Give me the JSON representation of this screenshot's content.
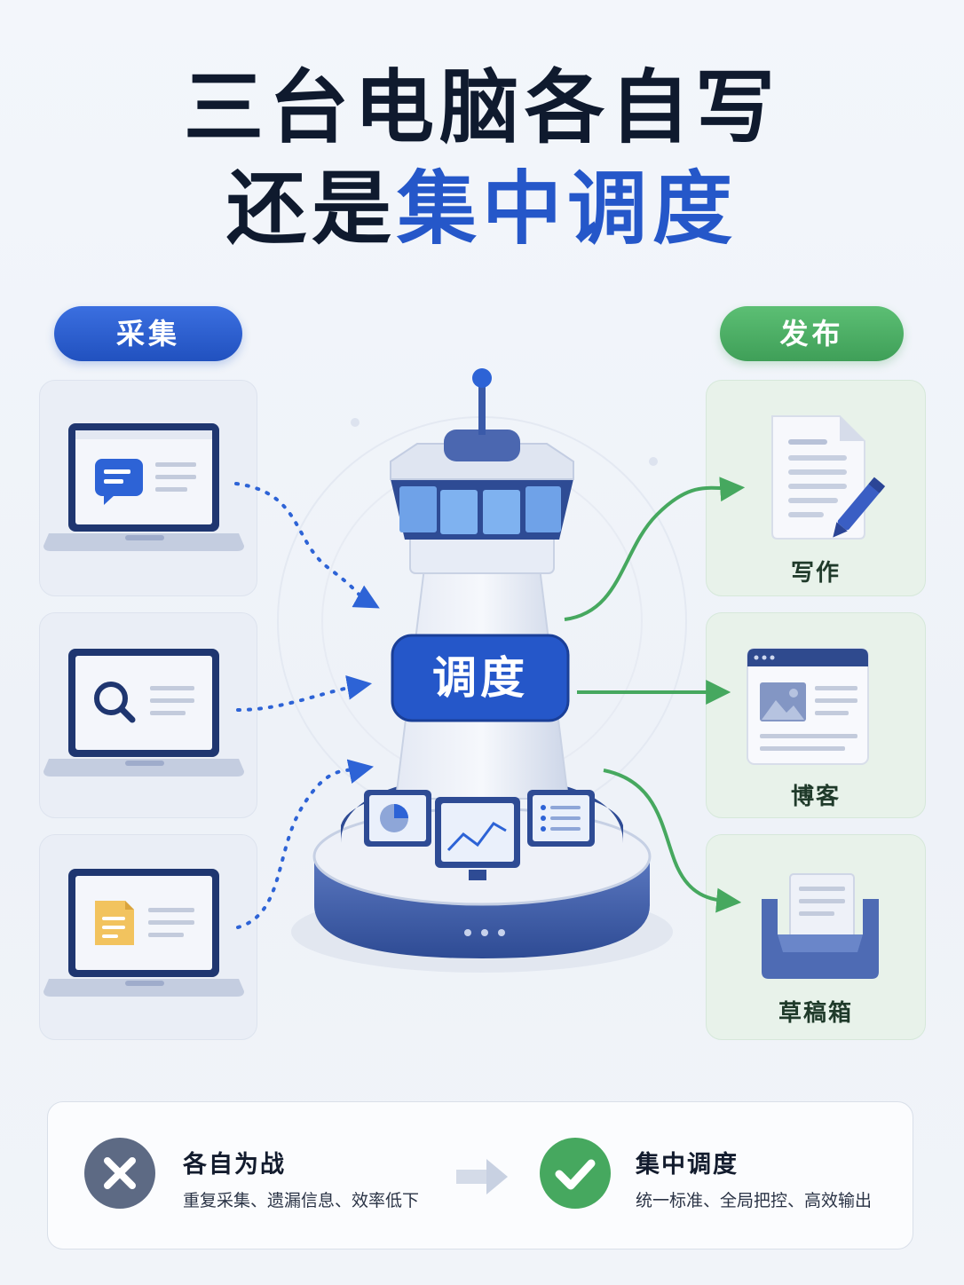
{
  "title": {
    "line1": "三台电脑各自写",
    "line2_prefix": "还是",
    "line2_highlight": "集中调度"
  },
  "columns": {
    "left_label": "采集",
    "right_label": "发布"
  },
  "tower": {
    "label": "调度"
  },
  "left_cards": [
    {
      "icon": "chat-icon"
    },
    {
      "icon": "search-icon"
    },
    {
      "icon": "document-icon"
    }
  ],
  "right_cards": [
    {
      "label": "写作",
      "icon": "document-pen-icon"
    },
    {
      "label": "博客",
      "icon": "webpage-icon"
    },
    {
      "label": "草稿箱",
      "icon": "inbox-tray-icon"
    }
  ],
  "comparison": {
    "bad": {
      "title": "各自为战",
      "desc": "重复采集、遗漏信息、效率低下"
    },
    "good": {
      "title": "集中调度",
      "desc": "统一标准、全局把控、高效输出"
    }
  },
  "colors": {
    "blue": "#2557c9",
    "green": "#46a85f",
    "dark": "#0f1a2e",
    "gray_x": "#5d6a84"
  }
}
